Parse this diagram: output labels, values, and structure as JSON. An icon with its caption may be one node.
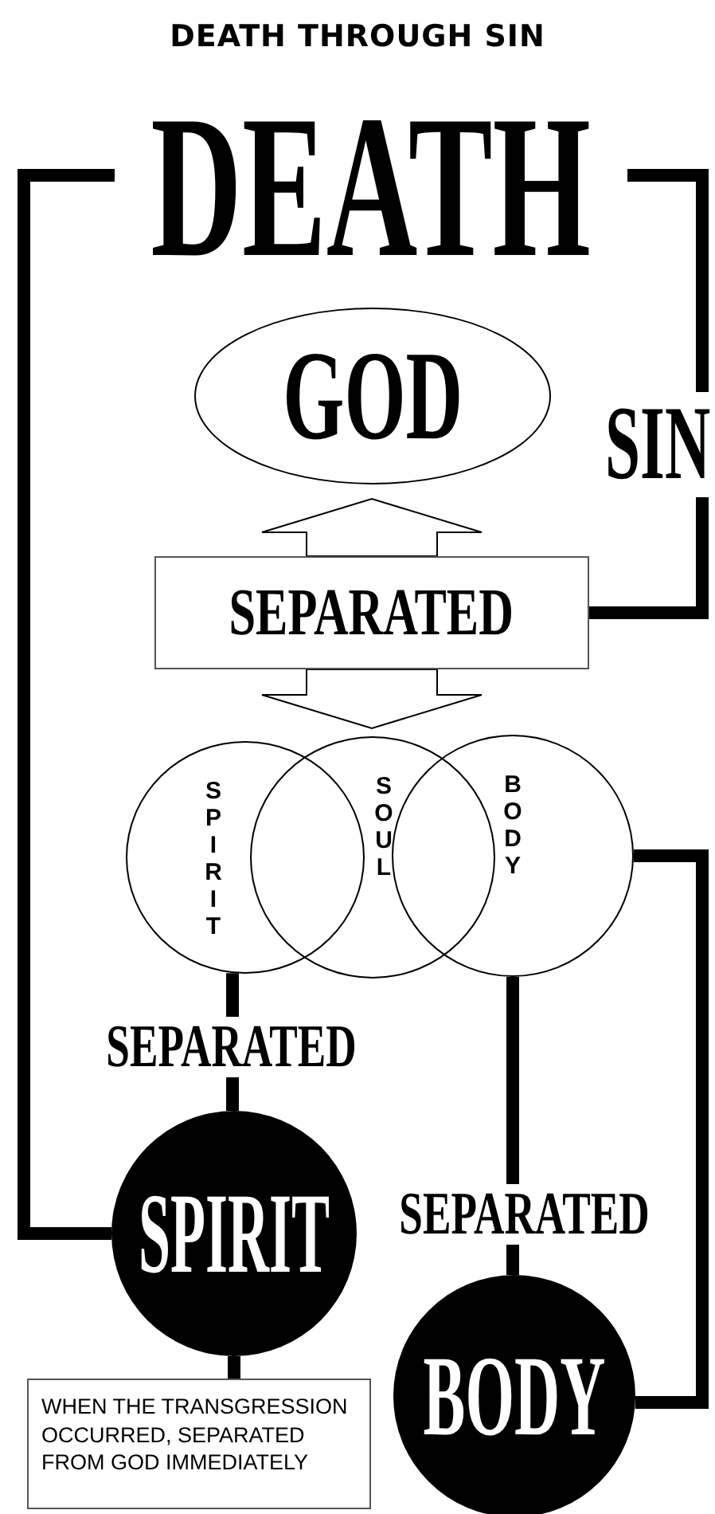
{
  "diagram": {
    "title": "DEATH THROUGH SIN",
    "nodes": [
      {
        "text": [
          "DEATH"
        ]
      },
      {
        "text": [
          "GOD"
        ]
      },
      {
        "text": [
          "SEPARATED"
        ]
      },
      {
        "text": [
          "SPIRIT"
        ]
      },
      {
        "text": [
          "SOUL"
        ]
      },
      {
        "text": [
          "BODY"
        ]
      },
      {
        "text": [
          "SPIRIT"
        ]
      },
      {
        "text": [
          "BODY"
        ]
      },
      {
        "text": [
          "WHEN THE TRANSGRESSION OCCURRED, SEPARATED FROM GOD IMMEDIATELY"
        ]
      }
    ],
    "edges": [
      {
        "from": 0,
        "to": 2,
        "arrow": "none",
        "label": "SIN"
      },
      {
        "from": 2,
        "to": 1,
        "arrow": "to"
      },
      {
        "from": 2,
        "to": 4,
        "arrow": "to"
      },
      {
        "from": 3,
        "to": 6,
        "arrow": "none",
        "label": "SEPARATED"
      },
      {
        "from": 5,
        "to": 7,
        "arrow": "none",
        "label": "SEPARATED"
      },
      {
        "from": 0,
        "to": 6,
        "arrow": "none"
      },
      {
        "from": 5,
        "to": 7,
        "arrow": "none"
      },
      {
        "from": 6,
        "to": 8,
        "arrow": "none"
      }
    ]
  }
}
